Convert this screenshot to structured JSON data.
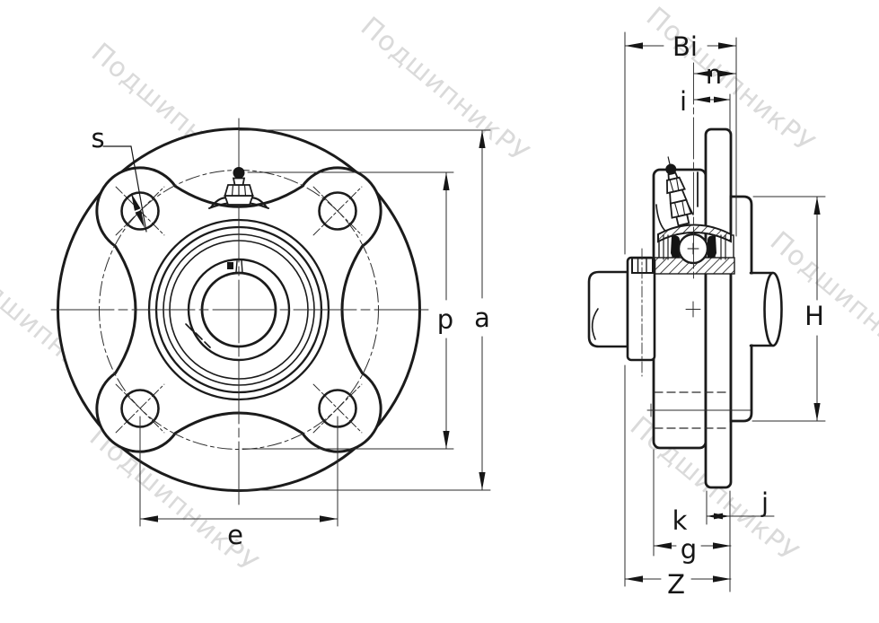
{
  "drawing": {
    "kind": "bearing unit technical drawing, two views",
    "front_view": {
      "labels": {
        "s": "s",
        "e": "e",
        "p": "p",
        "a": "a"
      }
    },
    "side_view": {
      "labels": {
        "Bi": "Bi",
        "n": "n",
        "i": "i",
        "H": "H",
        "k": "k",
        "j": "j",
        "g": "g",
        "Z": "Z"
      }
    }
  },
  "watermark": {
    "text": "ПодшипникРУ",
    "color": "#c2c2c2"
  },
  "colors": {
    "background": "#ffffff",
    "line": "#1b1b1b",
    "thin_line": "#2b2b2b"
  }
}
